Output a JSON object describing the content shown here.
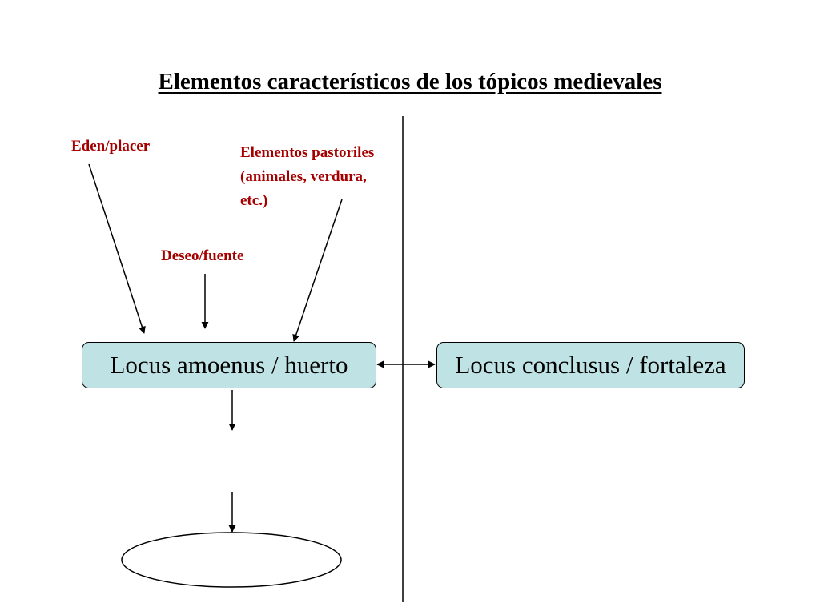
{
  "title": "Elementos característicos de los tópicos medievales",
  "labels": {
    "eden": "Eden/placer",
    "pastoriles": [
      "Elementos pastoriles",
      "(animales, verdura,",
      "etc.)"
    ],
    "deseo": "Deseo/fuente"
  },
  "boxes": {
    "amoenus": "Locus amoenus / huerto",
    "conclusus": "Locus conclusus / fortaleza"
  },
  "colors": {
    "label_text": "#a50000",
    "box_fill": "#bfe3e5"
  }
}
